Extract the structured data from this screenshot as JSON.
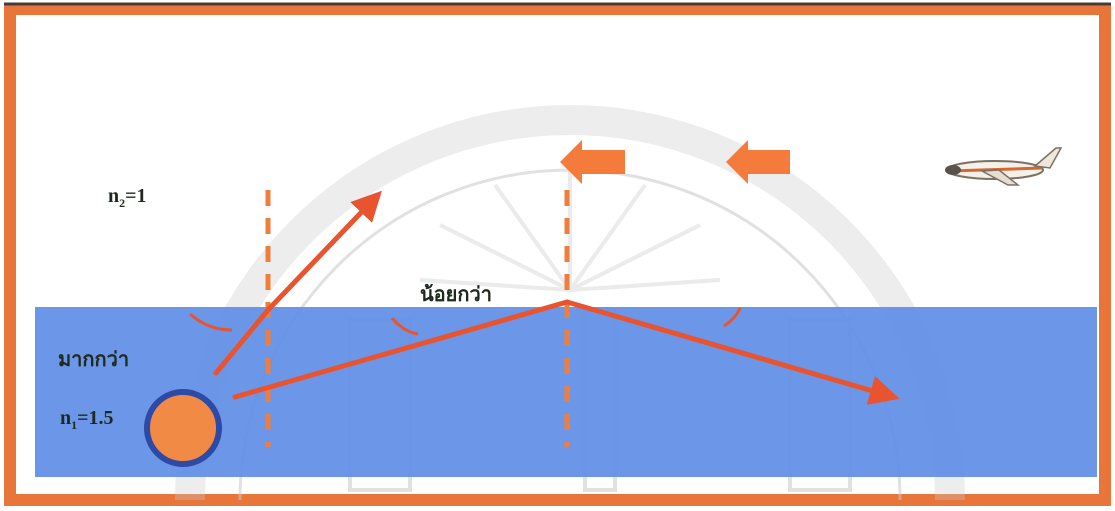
{
  "labels": {
    "n2_symbol": "n",
    "n2_subscript": "2",
    "n2_value": "=1",
    "n1_symbol": "n",
    "n1_subscript": "1",
    "n1_value": "=1.5",
    "more_dense": "มากกว่า",
    "less_dense": "น้อยกว่า"
  },
  "colors": {
    "frame_border": "#e8763a",
    "water": "#5f8de6",
    "ray": "#e8542f",
    "normal": "#ef7e3c",
    "light_source": "#f08a45",
    "wind_arrow": "#f47b3c",
    "watermark": "#c9c9c9"
  },
  "icons": [
    "airplane-icon",
    "light-source-circle",
    "wind-arrow-icon"
  ]
}
